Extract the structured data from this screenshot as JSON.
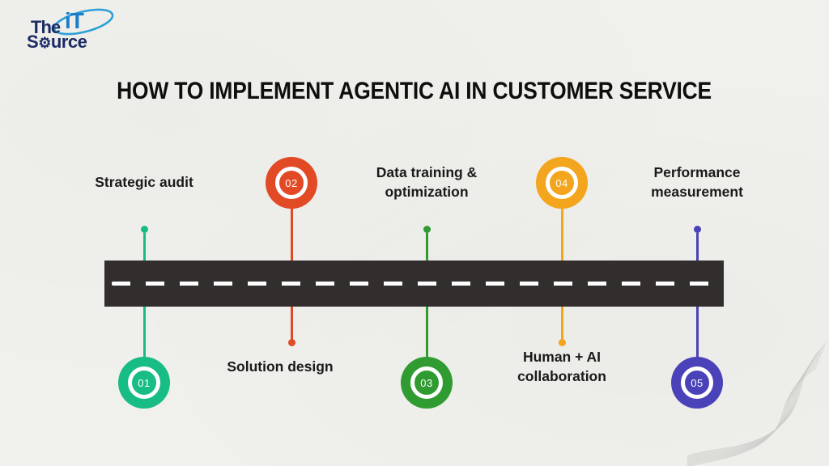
{
  "page": {
    "title": "HOW TO IMPLEMENT AGENTIC AI IN CUSTOMER SERVICE",
    "title_color": "#0e0e0e",
    "background": "#f0f0ec"
  },
  "logo": {
    "word_the": "The",
    "word_it": "iT",
    "source_prefix": "S",
    "source_suffix": "urce",
    "gear_glyph": "⚙",
    "navy": "#1c2b66",
    "blue": "#1b7ec8",
    "orbit_blue": "#2d9fd8"
  },
  "road": {
    "color": "#322e2e",
    "dash_color": "#ffffff"
  },
  "steps": [
    {
      "number": "01",
      "label": "Strategic audit",
      "color": "#17bd85",
      "circle_position": "below-road"
    },
    {
      "number": "02",
      "label": "Solution design",
      "color": "#e24a26",
      "circle_position": "above-road"
    },
    {
      "number": "03",
      "label": "Data training & optimization",
      "color": "#2f9b30",
      "circle_position": "below-road"
    },
    {
      "number": "04",
      "label": "Human + AI collaboration",
      "color": "#f2a51d",
      "circle_position": "above-road"
    },
    {
      "number": "05",
      "label": "Performance measurement",
      "color": "#4a42b8",
      "circle_position": "below-road"
    }
  ],
  "decor": {
    "bottom_right": "wavy-lines-pattern"
  }
}
